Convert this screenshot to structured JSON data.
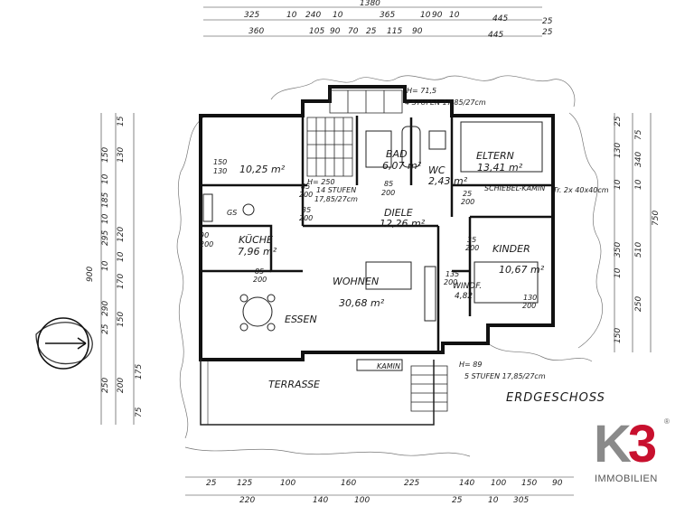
{
  "floor_name": "ERDGESCHOSS",
  "rooms": [
    {
      "key": "schlafen",
      "name": "",
      "area": "10,25 m²"
    },
    {
      "key": "bad",
      "name": "BAD",
      "area": "6,07 m²"
    },
    {
      "key": "wc",
      "name": "WC",
      "area": "2,43 m²"
    },
    {
      "key": "eltern",
      "name": "ELTERN",
      "area": "13,41 m²"
    },
    {
      "key": "diele",
      "name": "DIELE",
      "area": "12,26 m²"
    },
    {
      "key": "kueche",
      "name": "KÜCHE",
      "area": "7,96 m²"
    },
    {
      "key": "wohnen",
      "name": "WOHNEN",
      "area": "30,68 m²"
    },
    {
      "key": "essen",
      "name": "ESSEN",
      "area": ""
    },
    {
      "key": "kinder",
      "name": "KINDER",
      "area": "10,67 m²"
    },
    {
      "key": "windf",
      "name": "WINDF.",
      "area": "4,82"
    },
    {
      "key": "terrasse",
      "name": "TERRASSE",
      "area": ""
    }
  ],
  "labels": {
    "schiebel": "SCHIEBEL-KAMIN",
    "kamin": "KAMIN",
    "gs": "GS",
    "stairs_top_h": "H= 71,5",
    "stairs_top_steps": "4 STUFEN 17,85/27cm",
    "stairs_main_h": "H= 250",
    "stairs_main_steps": "14 STUFEN",
    "stairs_main_rise": "17,85/27cm",
    "stairs_bottom_h": "H= 89",
    "stairs_bottom_steps": "5 STUFEN 17,85/27cm",
    "flue_note": "Tr. 2x 40x40cm"
  },
  "dimensions": {
    "top_total": "1380",
    "top_row1": [
      "325",
      "10",
      "240",
      "10",
      "365",
      "10",
      "90",
      "10",
      "445",
      "25"
    ],
    "top_row2": [
      "360",
      "105",
      "90",
      "70",
      "25",
      "115",
      "90",
      "445",
      "25"
    ],
    "bottom_row1": [
      "25",
      "125",
      "100",
      "160",
      "225",
      "140",
      "100",
      "150",
      "90"
    ],
    "bottom_row2": [
      "220",
      "140",
      "100",
      "25",
      "10",
      "305"
    ],
    "left_total": "900",
    "left_outer": [
      "150",
      "10",
      "185",
      "10",
      "295",
      "10",
      "290",
      "25",
      "250"
    ],
    "left_inner": [
      "15",
      "130",
      "120",
      "10",
      "170",
      "150",
      "200",
      "175",
      "75"
    ],
    "right_inner": [
      "25",
      "130",
      "10",
      "350",
      "10",
      "150"
    ],
    "right_outer": [
      "75",
      "340",
      "10",
      "510",
      "250",
      "750"
    ],
    "openings": [
      "85",
      "200",
      "35",
      "200",
      "25",
      "200",
      "85",
      "200",
      "90",
      "200",
      "35",
      "200",
      "85",
      "200",
      "135",
      "200",
      "130",
      "200",
      "150",
      "130"
    ]
  },
  "logo": {
    "brand_k": "K",
    "brand_3": "3",
    "registered": "®",
    "subtitle": "IMMOBILIEN",
    "color_gray": "#8a8a8a",
    "color_red": "#c8102e"
  }
}
